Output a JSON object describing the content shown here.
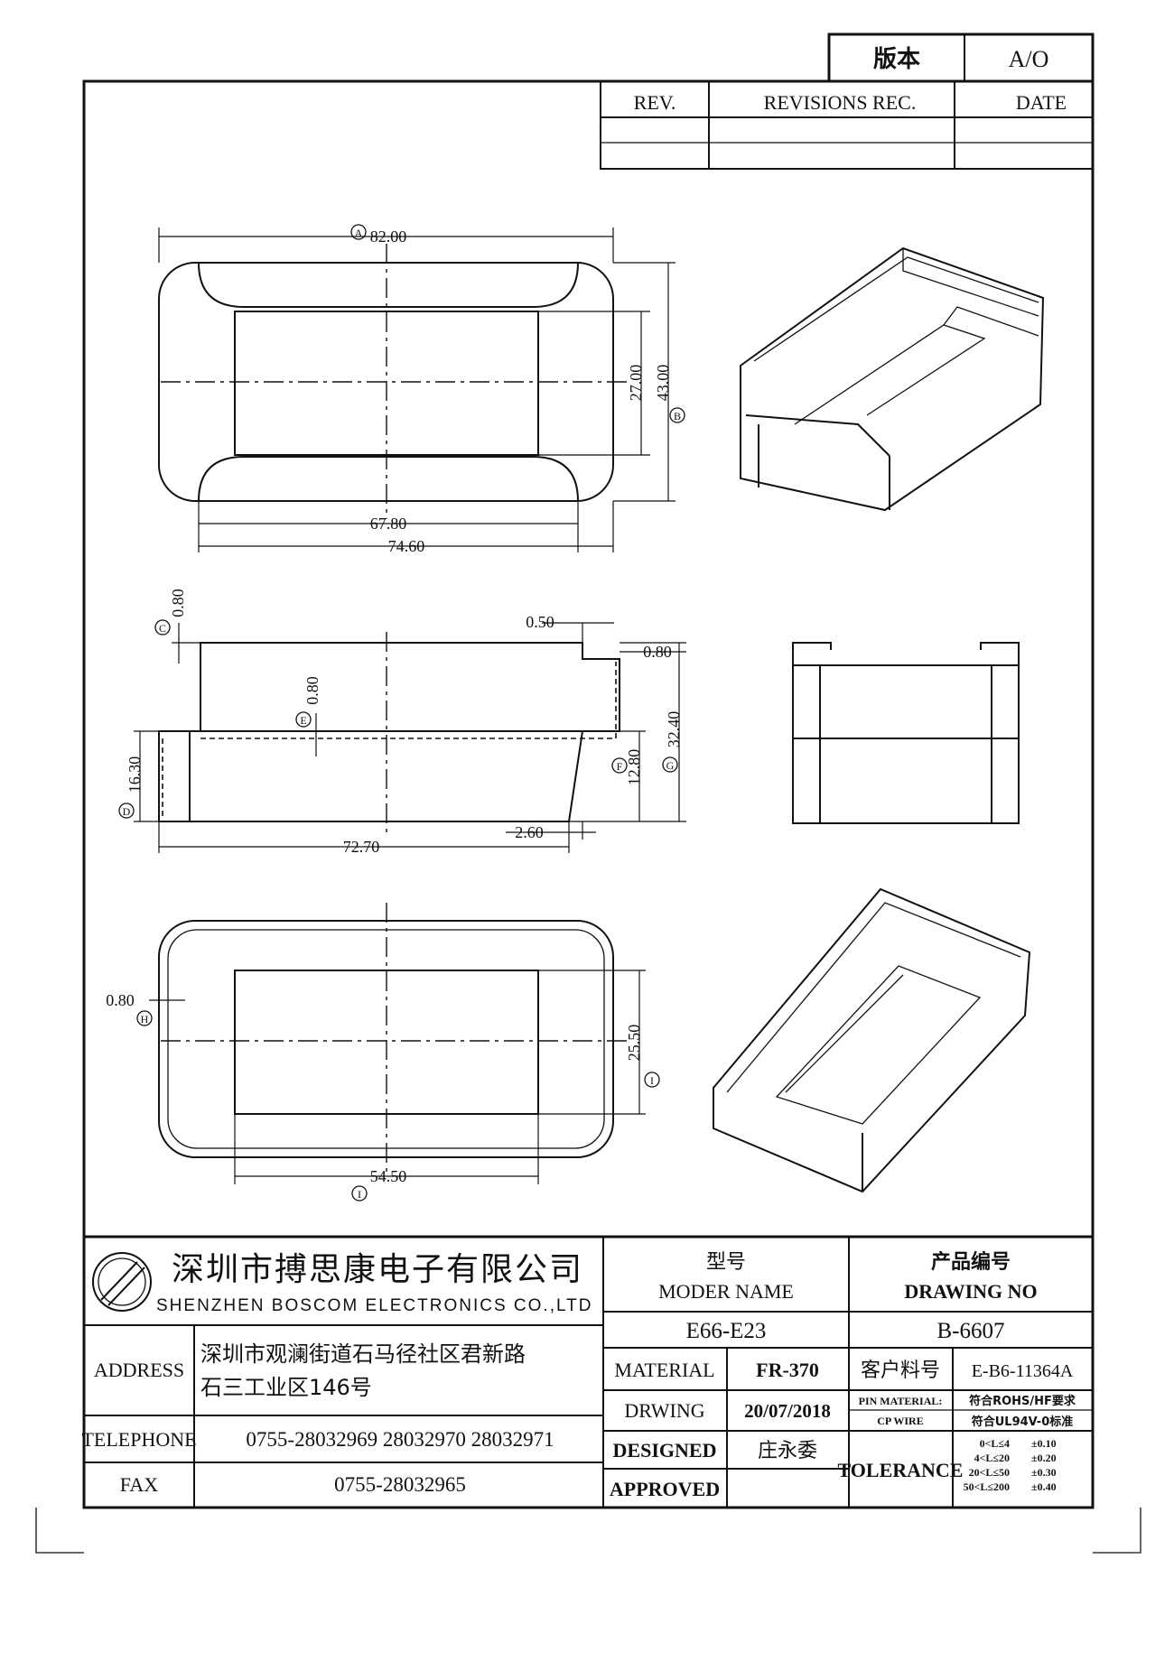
{
  "version_box": {
    "label": "版本",
    "value": "A/O"
  },
  "revision_table": {
    "headers": {
      "rev": "REV.",
      "revisions": "REVISIONS REC.",
      "date": "DATE"
    }
  },
  "dimensions": {
    "A": "82.00",
    "B": "43.00",
    "w27": "27.00",
    "w67_8": "67.80",
    "w74_6": "74.60",
    "C": "0.80",
    "d050": "0.50",
    "d080_right": "0.80",
    "E": "0.80",
    "D": "16.30",
    "F": "12.80",
    "G": "32.40",
    "w72_7": "72.70",
    "d260": "2.60",
    "H": "0.80",
    "I_v": "25.50",
    "I_h": "54.50"
  },
  "dimension_markers": [
    "A",
    "B",
    "C",
    "D",
    "E",
    "F",
    "G",
    "H",
    "I",
    "I"
  ],
  "company": {
    "name_cn": "深圳市搏思康电子有限公司",
    "name_en": "SHENZHEN BOSCOM ELECTRONICS CO.,LTD",
    "logo": "circle-slash-logo"
  },
  "title_block": {
    "model_label_cn": "型号",
    "model_label_en": "MODER NAME",
    "model_value": "E66-E23",
    "drawing_label_cn": "产品编号",
    "drawing_label_en": "DRAWING NO",
    "drawing_value": "B-6607",
    "address_label": "ADDRESS",
    "address_line1": "深圳市观澜街道石马径社区君新路",
    "address_line2": "石三工业区146号",
    "telephone_label": "TELEPHONE",
    "telephone_value": "0755-28032969  28032970  28032971",
    "fax_label": "FAX",
    "fax_value": "0755-28032965",
    "material_label": "MATERIAL",
    "material_value": "FR-370",
    "customer_code_label": "客户料号",
    "customer_code_value": "E-B6-11364A",
    "drawing_date_label": "DRWING",
    "drawing_date_value": "20/07/2018",
    "pin_material_label": "PIN  MATERIAL:",
    "pin_material_value": "符合ROHS/HF要求",
    "cp_wire_label": "CP WIRE",
    "cp_wire_value": "符合UL94V-0标准",
    "designed_label": "DESIGNED",
    "designed_value": "庄永委",
    "approved_label": "APPROVED",
    "tolerance_label": "TOLERANCE",
    "tolerance_ranges": [
      {
        "range": "0<L≤4",
        "value": "±0.10"
      },
      {
        "range": "4<L≤20",
        "value": "±0.20"
      },
      {
        "range": "20<L≤50",
        "value": "±0.30"
      },
      {
        "range": "50<L≤200",
        "value": "±0.40"
      }
    ]
  }
}
